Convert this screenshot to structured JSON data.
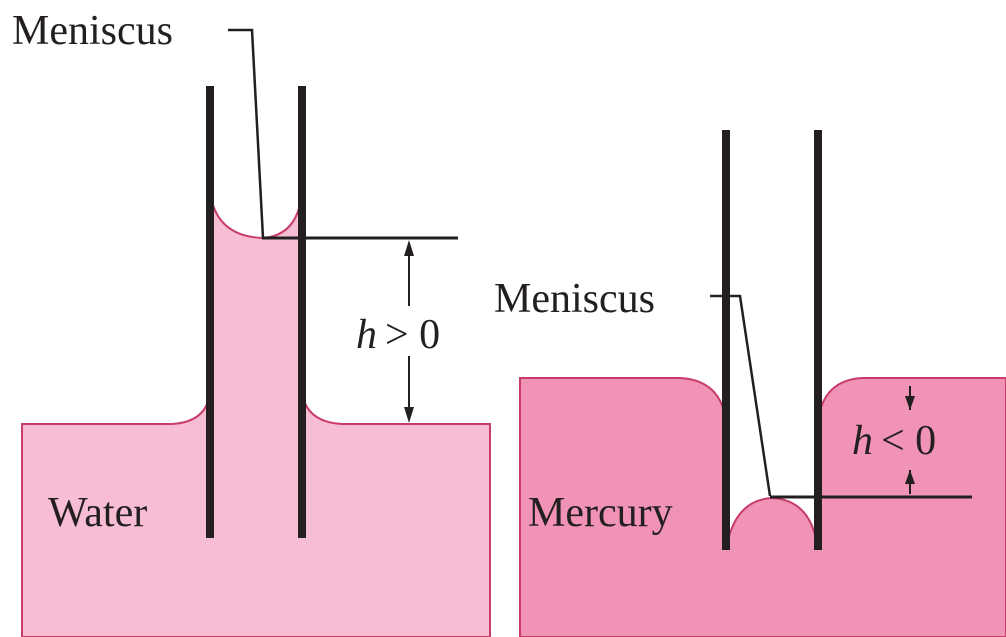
{
  "water_panel": {
    "meniscus_label": "Meniscus",
    "liquid_label": "Water",
    "height_symbol": "h",
    "height_relation": "> 0"
  },
  "mercury_panel": {
    "meniscus_label": "Meniscus",
    "liquid_label": "Mercury",
    "height_symbol": "h",
    "height_relation": "< 0"
  },
  "colors": {
    "water_fill": "#f7bdd4",
    "mercury_fill": "#f093b6",
    "liquid_outline": "#c83c6c",
    "tube_wall": "#231f20",
    "leader_line": "#231f20"
  }
}
